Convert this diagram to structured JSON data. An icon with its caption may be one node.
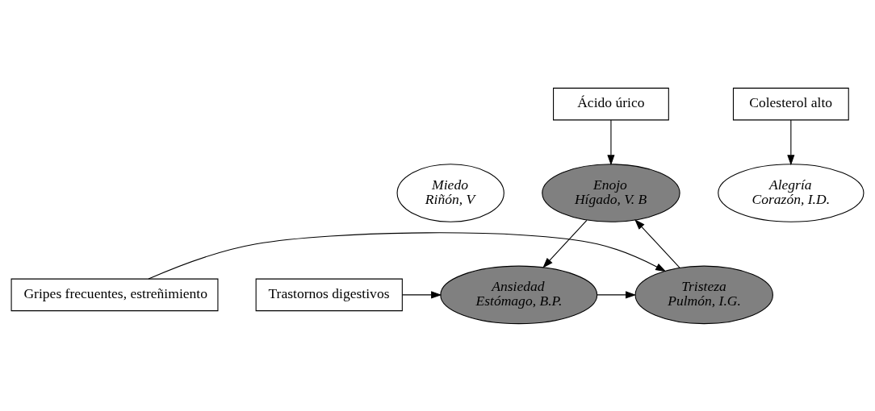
{
  "diagram": {
    "nodes": [
      {
        "text": [
          "Ácido úrico"
        ]
      },
      {
        "text": [
          "Colesterol alto"
        ]
      },
      {
        "text": [
          "Enojo",
          "Hígado, V. B"
        ]
      },
      {
        "text": [
          "Miedo",
          "Riñón, V"
        ]
      },
      {
        "text": [
          "Alegría",
          "Corazón, I.D."
        ]
      },
      {
        "text": [
          "Gripes frecuentes, estreñimiento"
        ]
      },
      {
        "text": [
          "Trastornos digestivos"
        ]
      },
      {
        "text": [
          "Tristeza",
          "Pulmón, I.G."
        ]
      },
      {
        "text": [
          "Ansiedad",
          "Estómago, B.P."
        ]
      }
    ],
    "edges": [
      {
        "from": 0,
        "to": 2,
        "arrow": "to"
      },
      {
        "from": 1,
        "to": 4,
        "arrow": "to"
      },
      {
        "from": 5,
        "to": 7,
        "arrow": "to"
      },
      {
        "from": 6,
        "to": 8,
        "arrow": "to"
      },
      {
        "from": 7,
        "to": 2,
        "arrow": "to"
      },
      {
        "from": 2,
        "to": 8,
        "arrow": "to"
      },
      {
        "from": 8,
        "to": 7,
        "arrow": "to"
      }
    ]
  }
}
